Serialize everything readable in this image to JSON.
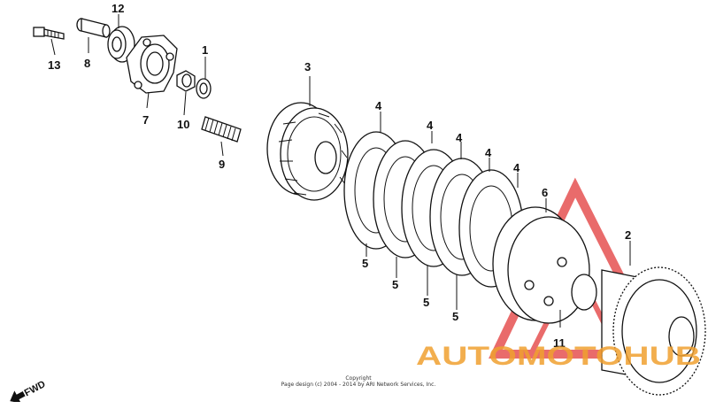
{
  "callouts": {
    "p1": "1",
    "p2": "2",
    "p3": "3",
    "p4": "4",
    "p5": "5",
    "p6": "6",
    "p7": "7",
    "p8": "8",
    "p9": "9",
    "p10": "10",
    "p11": "11",
    "p12": "12",
    "p13": "13"
  },
  "copyright": {
    "line1": "Copyright",
    "line2": "Page design (c) 2004 - 2014 by ARI Network Services, Inc."
  },
  "fwd_label": "FWD",
  "watermark": {
    "text": "AUTOMOTOHUB",
    "color_orange": "#f0a030",
    "color_red": "#e23a3a"
  }
}
